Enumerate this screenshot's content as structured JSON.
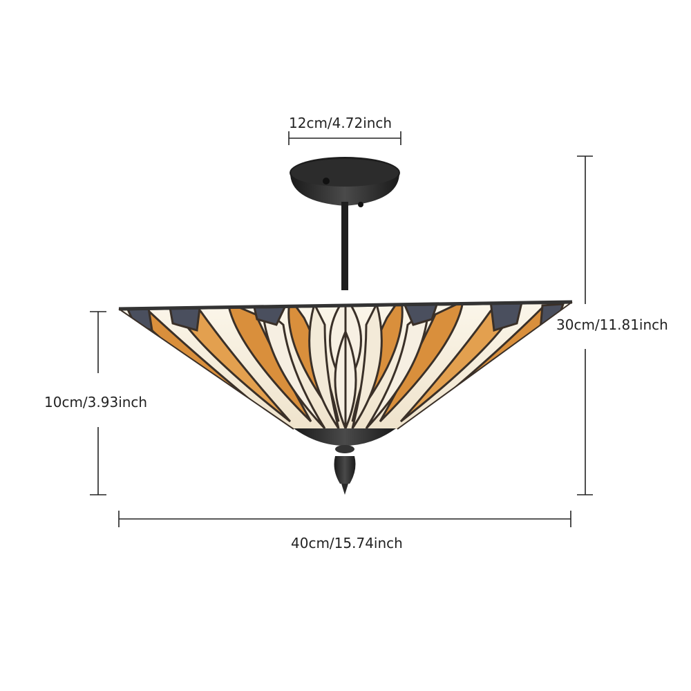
{
  "dimensions": {
    "canopy_width": "12cm/4.72inch",
    "total_height": "30cm/11.81inch",
    "shade_height": "10cm/3.93inch",
    "shade_width": "40cm/15.74inch"
  },
  "colors": {
    "line": "#222222",
    "metal": "#2a2a2a",
    "amber": "#d98f3c",
    "cream": "#f6efe2",
    "dark_glass": "#4a4f5e",
    "lead": "#3a3028"
  }
}
